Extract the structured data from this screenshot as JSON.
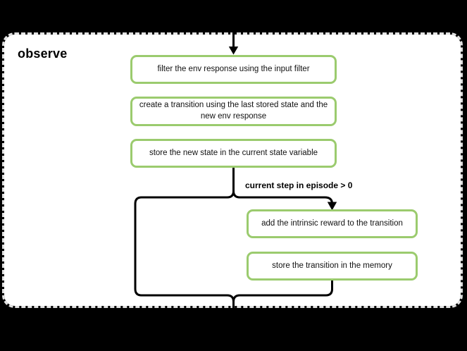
{
  "page": {
    "background_color": "#000000"
  },
  "panel": {
    "title": "observe",
    "fill_color": "#ffffff",
    "border_color": "#e2e2e2"
  },
  "flow": {
    "line_color": "#000000",
    "node_border_color": "#9bcb6e",
    "condition_label": "current step in episode > 0",
    "nodes": [
      {
        "id": "filter-env-response",
        "label": "filter the env response using the input filter"
      },
      {
        "id": "create-transition",
        "label": "create a transition using the last stored state and the new env response"
      },
      {
        "id": "store-new-state",
        "label": "store the new state in the current state variable"
      },
      {
        "id": "add-intrinsic-reward",
        "label": "add the intrinsic reward to the transition"
      },
      {
        "id": "store-transition",
        "label": "store the transition in the memory"
      }
    ]
  }
}
